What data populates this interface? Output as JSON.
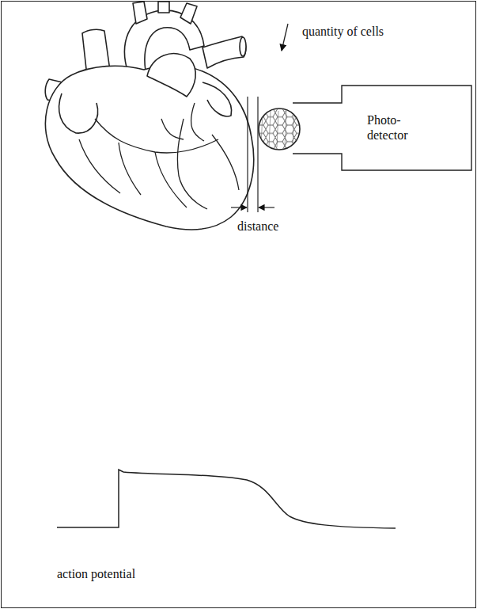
{
  "diagram": {
    "nodes": [
      {
        "text": [
          "Photo- detector"
        ]
      }
    ],
    "labels": [
      "quantity of cells",
      "distance",
      "action potential"
    ]
  }
}
